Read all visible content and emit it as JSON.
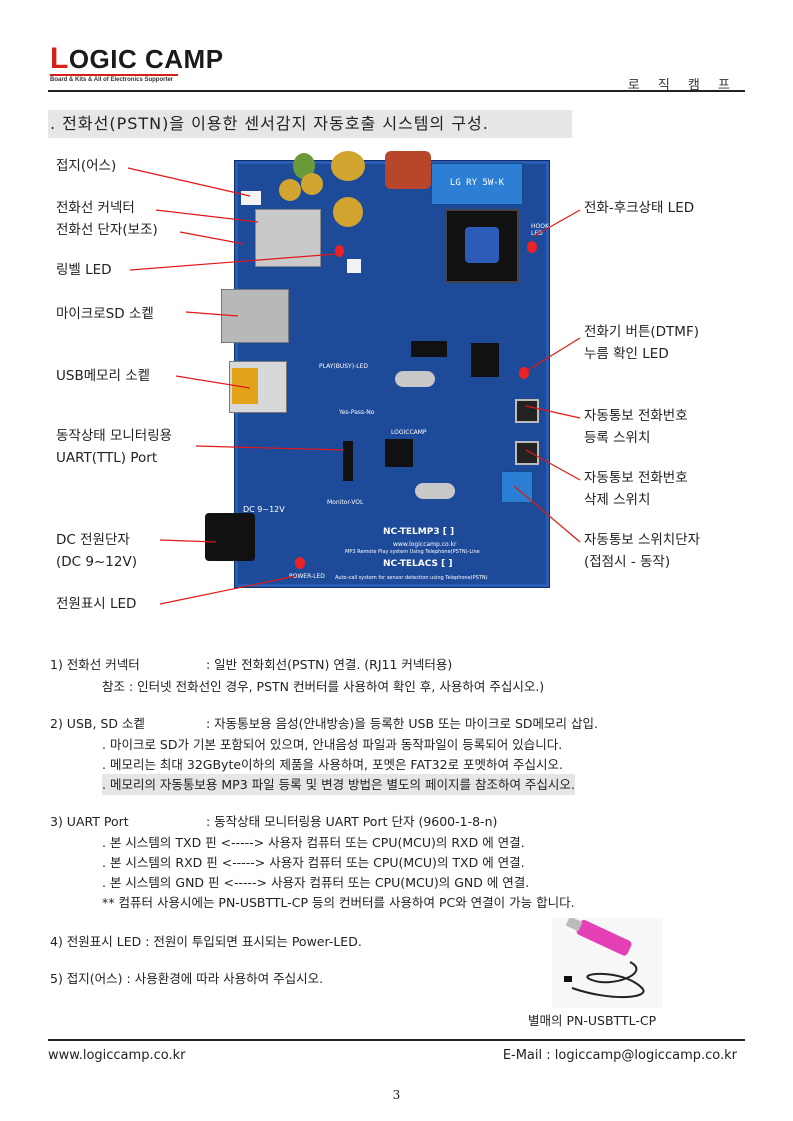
{
  "header": {
    "logo": "LOGIC CAMP",
    "logo_first": "L",
    "logo_rest": "OGIC CAMP",
    "tagline": "Board & Kits & All of Electronics Supporter",
    "company_kr": "로 직 캠 프"
  },
  "title": ". 전화선(PSTN)을 이용한 센서감지 자동호출 시스템의 구성.",
  "labels_left": [
    "접지(어스)",
    "전화선 커넥터",
    "전화선 단자(보조)",
    "링벨 LED",
    "마이크로SD 소켙",
    "USB메모리 소켙",
    "동작상태 모니터링용",
    "UART(TTL) Port",
    "DC 전원단자",
    "(DC 9~12V)",
    "전원표시 LED"
  ],
  "labels_right": [
    "전화-후크상태 LED",
    "전화기 버튼(DTMF)",
    "누름 확인 LED",
    "자동통보 전화번호",
    "등록 스위치",
    "자동통보 전화번호",
    "삭제 스위치",
    "자동통보 스위치단자",
    "(접점시 - 동작)"
  ],
  "board": {
    "model1": "NC-TELMP3 [  ]",
    "model1_desc": "MP3 Remote Play system Using Telephone(PSTN)-Line",
    "model2": "NC-TELACS [  ]",
    "model2_desc": "Auto-call system for sensor detection using Telephone(PSTN)",
    "logo": "LOGICCAMP",
    "url": "www.logiccamp.co.kr",
    "dc_label": "DC 9~12V",
    "power_led": "POWER-LED",
    "relay_text": "LG RY 5W-K",
    "playbusy": "PLAY(BUSY)-LED",
    "hook_led": "HOOK-LED",
    "yes_pass_no": "Yes-Pass-No",
    "monitor": "Monitor-VOL"
  },
  "body": {
    "item1_head": "1) 전화선 커넥터",
    "item1_text": ": 일반 전화회선(PSTN) 연결. (RJ11 커넥터용)",
    "item1_note": "참조 : 인터넷 전화선인 경우, PSTN 컨버터를 사용하여 확인 후, 사용하여 주십시오.)",
    "item2_head": "2) USB, SD 소켙",
    "item2_text": ": 자동통보용 음성(안내방송)을 등록한 USB 또는 마이크로 SD메모리 삽입.",
    "item2_l1": ". 마이크로 SD가 기본 포함되어 있으며, 안내음성 파일과 동작파일이 등록되어 있습니다.",
    "item2_l2": ". 메모리는 최대 32GByte이하의 제품을 사용하며, 포멧은 FAT32로 포멧하여 주십시오.",
    "item2_l3": ". 메모리의 자동통보용 MP3 파일 등록 및 변경 방법은 별도의 페이지를 참조하여 주십시오.",
    "item3_head": "3) UART Port",
    "item3_text": ": 동작상태 모니터링용 UART Port 단자 (9600-1-8-n)",
    "item3_l1": ". 본 시스템의 TXD 핀  <----->   사용자 컴퓨터 또는 CPU(MCU)의 RXD 에 연결.",
    "item3_l2": ". 본 시스템의 RXD 핀  <----->   사용자 컴퓨터 또는 CPU(MCU)의 TXD 에 연결.",
    "item3_l3": ". 본 시스템의 GND 핀  <----->   사용자 컴퓨터 또는 CPU(MCU)의 GND 에 연결.",
    "item3_note": "** 컴퓨터 사용시에는 PN-USBTTL-CP 등의 컨버터를 사용하여 PC와 연결이 가능 합니다.",
    "item4": "4) 전원표시 LED : 전원이 투입되면 표시되는 Power-LED.",
    "item5": "5) 접지(어스) : 사용환경에 따라 사용하여 주십시오."
  },
  "cable_caption": "별매의 PN-USBTTL-CP",
  "footer": {
    "website": "www.logiccamp.co.kr",
    "email": "E-Mail : logiccamp@logiccamp.co.kr"
  },
  "page_number": "3"
}
